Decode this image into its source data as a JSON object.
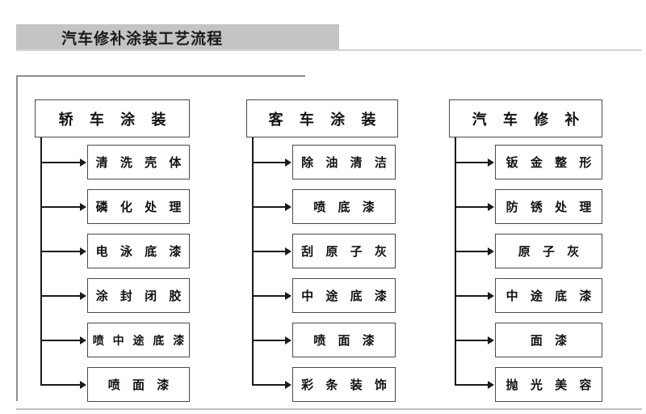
{
  "title": {
    "text": "汽车修补涂装工艺流程"
  },
  "colors": {
    "title_band": "#c4c4c4",
    "box_border": "#4a4a4a",
    "connector": "#1a1a1a",
    "frame": "#8e8e8e",
    "rule": "#d4d4d4",
    "background": "#ffffff"
  },
  "columns": [
    {
      "id": "sedan-painting",
      "header": "轿 车 涂 装",
      "items": [
        "清 洗 壳 体",
        "磷 化 处 理",
        "电 泳 底 漆",
        "涂 封 闭 胶",
        "喷 中 途 底 漆",
        "喷 面 漆"
      ]
    },
    {
      "id": "bus-painting",
      "header": "客 车 涂 装",
      "items": [
        "除 油 清 洁",
        "喷 底 漆",
        "刮 原 子 灰",
        "中 途 底 漆",
        "喷 面 漆",
        "彩 条 装 饰"
      ]
    },
    {
      "id": "auto-refinish",
      "header": "汽 车 修 补",
      "items": [
        "钣 金 整 形",
        "防 锈 处 理",
        "原 子 灰",
        "中 途 底 漆",
        "面 漆",
        "抛 光 美 容"
      ]
    }
  ]
}
